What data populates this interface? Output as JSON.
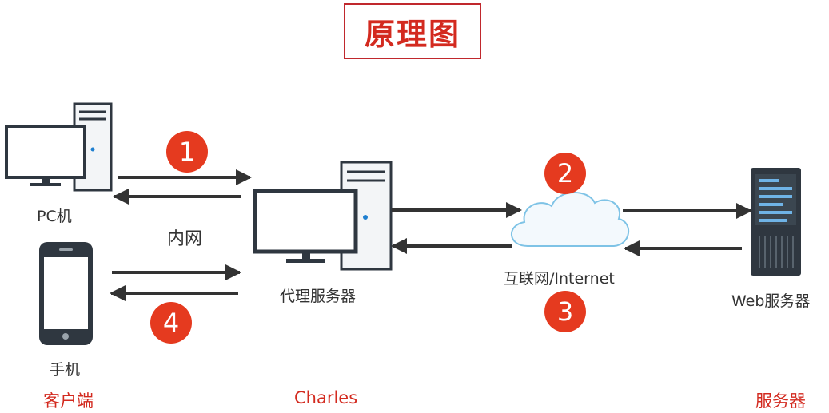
{
  "title": "原理图",
  "nodes": {
    "pc": "PC机",
    "intranet": "内网",
    "phone": "手机",
    "proxy": "代理服务器",
    "internet": "互联网/Internet",
    "web_server": "Web服务器"
  },
  "roles": {
    "client": "客户端",
    "charles": "Charles",
    "server": "服务器"
  },
  "steps": [
    "1",
    "2",
    "3",
    "4"
  ],
  "colors": {
    "accent_red": "#e53a1f",
    "title_red": "#d32a1f",
    "arrow": "#333333",
    "device_dark": "#2f3740",
    "cloud_stroke": "#7ec3e6"
  }
}
